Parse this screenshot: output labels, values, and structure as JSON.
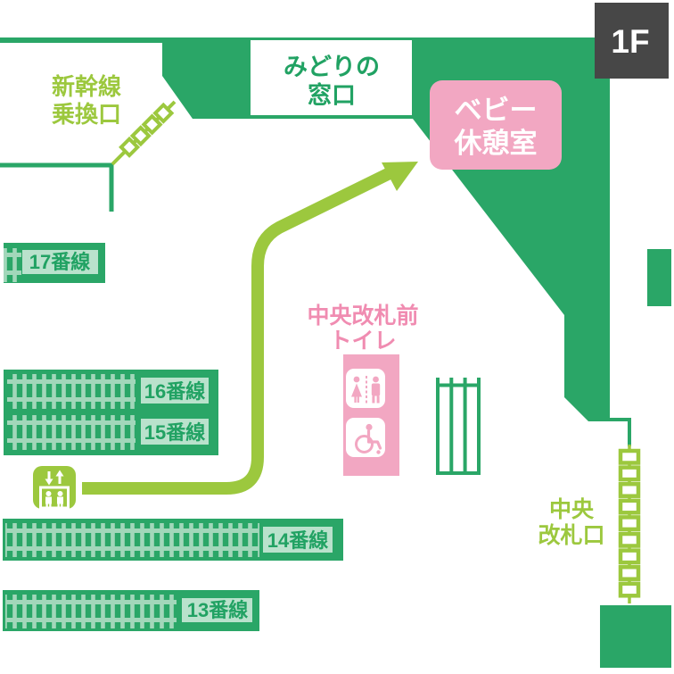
{
  "floor_badge": "1F",
  "labels": {
    "shinkansen_transfer_line1": "新幹線",
    "shinkansen_transfer_line2": "乗換口",
    "midori_window_line1": "みどりの",
    "midori_window_line2": "窓口",
    "baby_room_line1": "ベビー",
    "baby_room_line2": "休憩室",
    "central_gate_toilet_line1": "中央改札前",
    "central_gate_toilet_line2": "トイレ",
    "central_gate_line1": "中央",
    "central_gate_line2": "改札口"
  },
  "platforms": {
    "p17": "17番線",
    "p16": "16番線",
    "p15": "15番線",
    "p14": "14番線",
    "p13": "13番線"
  },
  "icons": {
    "elevator": "elevator-icon",
    "restroom": "restroom-icon",
    "wheelchair": "wheelchair-icon",
    "shinkansen_ticket_gate": "ticket-gate-chain-icon",
    "central_ticket_gate": "ticket-gate-chain-icon",
    "stairs": "stairs-icon",
    "route": "route-arrow"
  },
  "colors": {
    "station_green": "#2aa667",
    "route_lime": "#9cc83e",
    "pale_green_label": "#b9e2cc",
    "track_tie_green": "#a2d7ba",
    "pink_box": "#f2a7c2",
    "pink_text": "#f08cb1",
    "floor_badge_gray": "#474747",
    "white": "#ffffff"
  }
}
